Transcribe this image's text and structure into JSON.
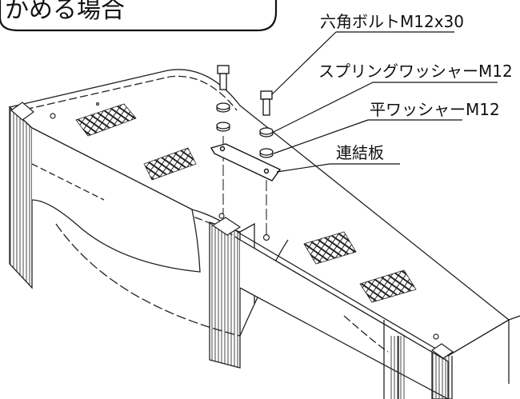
{
  "header_box": {
    "text": "かめる場合"
  },
  "callouts": {
    "bolt": "六角ボルトM12x30",
    "spring_washer": "スプリングワッシャーM12",
    "flat_washer": "平ワッシャーM12",
    "link_plate": "連結板"
  }
}
